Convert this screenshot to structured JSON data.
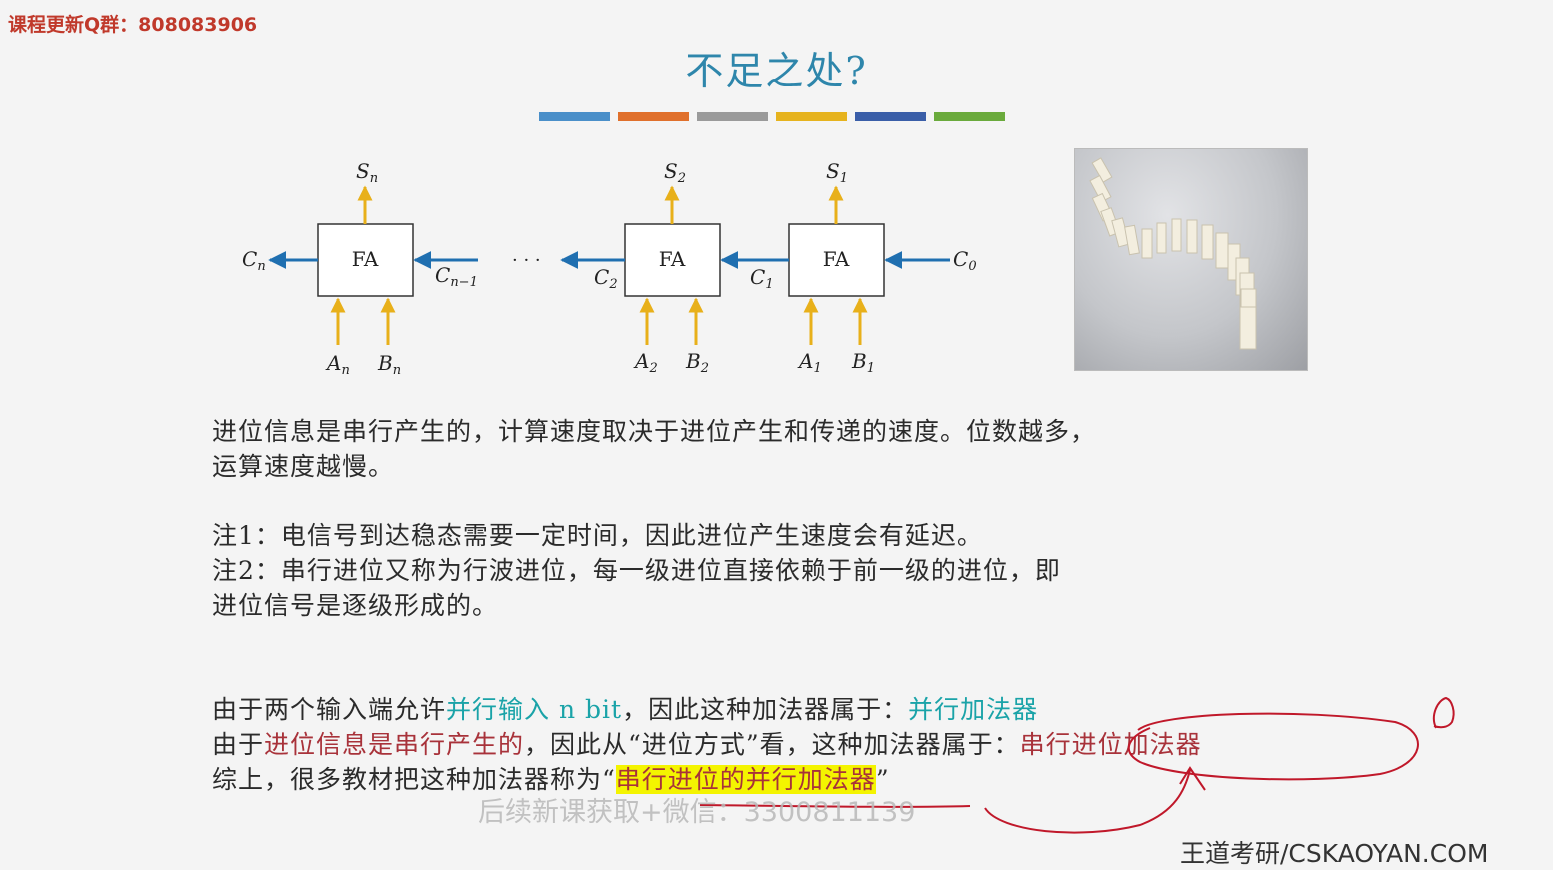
{
  "top_notice": {
    "label": "课程更新Q群：",
    "number": "808083906"
  },
  "title": "不足之处?",
  "color_bars": [
    "#4a8fc9",
    "#e0702c",
    "#9a9a9a",
    "#e6b31e",
    "#3a5ea8",
    "#6aaa3c"
  ],
  "diagram": {
    "block_label": "FA",
    "labels": {
      "sn": "S",
      "sn_sub": "n",
      "s2": "S",
      "s2_sub": "2",
      "s1": "S",
      "s1_sub": "1",
      "cn": "C",
      "cn_sub": "n",
      "cn1": "C",
      "cn1_sub": "n−1",
      "dots": "· · ·",
      "c2": "C",
      "c2_sub": "2",
      "c1": "C",
      "c1_sub": "1",
      "c0": "C",
      "c0_sub": "0",
      "an": "A",
      "an_sub": "n",
      "bn": "B",
      "bn_sub": "n",
      "a2": "A",
      "a2_sub": "2",
      "b2": "B",
      "b2_sub": "2",
      "a1": "A",
      "a1_sub": "1",
      "b1": "B",
      "b1_sub": "1"
    }
  },
  "photo": {
    "description_icon": "domino-icon"
  },
  "paragraph1": {
    "line1": "进位信息是串行产生的，计算速度取决于进位产生和传递的速度。位数越多，",
    "line2": "运算速度越慢。"
  },
  "notes": {
    "note1": "注1：电信号到达稳态需要一定时间，因此进位产生速度会有延迟。",
    "note2_line1": "注2：串行进位又称为行波进位，每一级进位直接依赖于前一级的进位，即",
    "note2_line2": "进位信号是逐级形成的。"
  },
  "summary": {
    "l1_a": "由于两个输入端允许",
    "l1_b": "并行输入 n bit",
    "l1_c": "，因此这种加法器属于：",
    "l1_d": "并行加法器",
    "l2_a": "由于",
    "l2_b": "进位信息是串行产生的",
    "l2_c": "，因此从“进位方式”看，这种加法器属于：",
    "l2_d": "串行进位加法器",
    "l3_a": "综上，很多教材把这种加法器称为“",
    "l3_b": "串行进位的并行加法器",
    "l3_c": "”"
  },
  "watermark": "后续新课获取+微信：3300811139",
  "brand": "王道考研/CSKAOYAN.COM"
}
